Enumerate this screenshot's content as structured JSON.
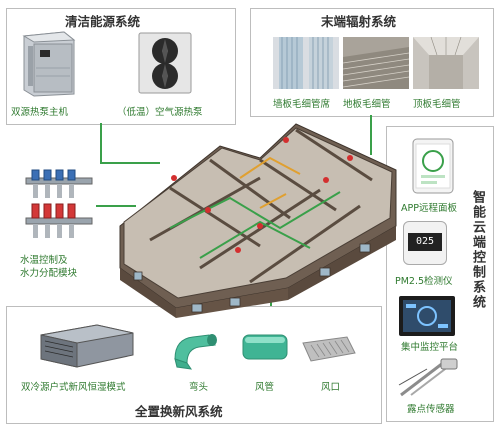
{
  "clean_energy": {
    "title": "清洁能源系统",
    "items": [
      "双源热泵主机",
      "（低温）空气源热泵"
    ]
  },
  "radiant": {
    "title": "末端辐射系统",
    "items": [
      "墙板毛细管席",
      "地板毛细管",
      "顶板毛细管"
    ]
  },
  "manifold": {
    "label_line1": "水温控制及",
    "label_line2": "水力分配模块"
  },
  "cloud": {
    "title": "智能云端控制系统",
    "items": [
      "APP远程面板",
      "PM2.5检测仪",
      "集中监控平台",
      "露点传感器"
    ],
    "display_value": "025"
  },
  "fresh_air": {
    "title": "全置换新风系统",
    "items": [
      "双冷源户式新风恒湿模式",
      "弯头",
      "风管",
      "风口"
    ]
  },
  "colors": {
    "accent_green": "#3aa04a",
    "caption_green": "#2f7a2f",
    "border": "#bdbdbd"
  }
}
